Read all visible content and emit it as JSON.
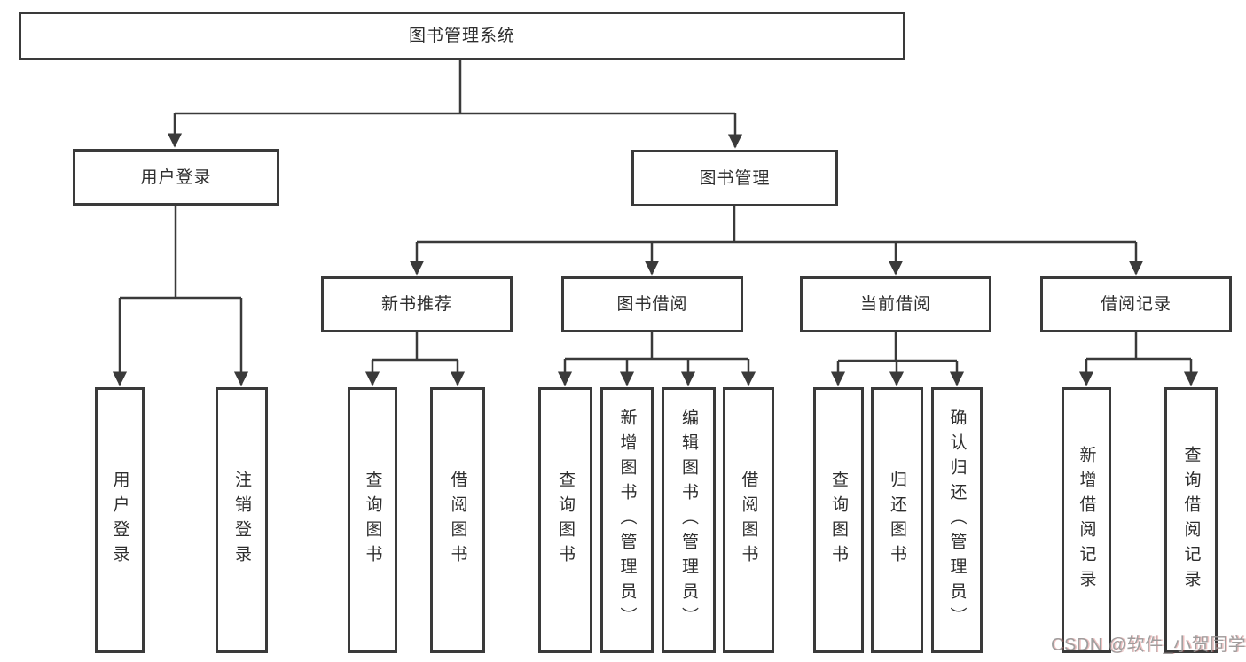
{
  "diagram": {
    "root": {
      "label": "图书管理系统"
    },
    "branches": {
      "user_login": {
        "label": "用户登录",
        "children": [
          {
            "label": "用户登录"
          },
          {
            "label": "注销登录"
          }
        ]
      },
      "book_mgmt": {
        "label": "图书管理",
        "sections": {
          "new_books": {
            "label": "新书推荐",
            "children": [
              {
                "label": "查询图书"
              },
              {
                "label": "借阅图书"
              }
            ]
          },
          "borrow": {
            "label": "图书借阅",
            "children": [
              {
                "label": "查询图书"
              },
              {
                "label": "新增图书（管理员）"
              },
              {
                "label": "编辑图书（管理员）"
              },
              {
                "label": "借阅图书"
              }
            ]
          },
          "current": {
            "label": "当前借阅",
            "children": [
              {
                "label": "查询图书"
              },
              {
                "label": "归还图书"
              },
              {
                "label": "确认归还（管理员）"
              }
            ]
          },
          "records": {
            "label": "借阅记录",
            "children": [
              {
                "label": "新增借阅记录"
              },
              {
                "label": "查询借阅记录"
              }
            ]
          }
        }
      }
    }
  },
  "watermark": {
    "text": "CSDN @软件_小贺同学"
  },
  "colors": {
    "line": "#3a3a3a",
    "box_border": "#3a3a3a",
    "text": "#2e2e2e",
    "background": "#ffffff",
    "watermark": "#989898"
  }
}
